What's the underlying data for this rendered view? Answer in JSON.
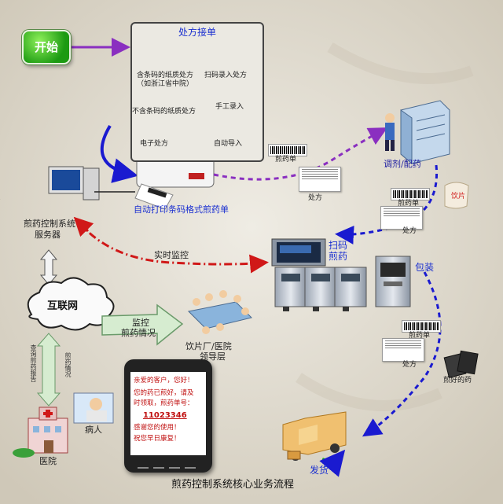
{
  "diagram": {
    "title": "煎药控制系统核心业务流程",
    "start": "开始",
    "rx_panel": {
      "title": "处方接单",
      "barcode_paper": "含条码的纸质处方",
      "barcode_paper_note": "（如浙江省中院）",
      "scan_entry": "扫码录入处方",
      "no_barcode_paper": "不含条码的纸质处方",
      "manual_entry": "手工录入",
      "electronic_rx": "电子处方",
      "auto_import": "自动导入"
    },
    "print_label": "自动打印条码格式煎药单",
    "server_label_1": "煎药控制系统",
    "server_label_2": "服务器",
    "decoction_slip": "煎药单",
    "prescription": "处方",
    "dispense": "调剂/配药",
    "herbal_pieces": "饮片",
    "scan_decoct_1": "扫码",
    "scan_decoct_2": "煎药",
    "realtime_monitor": "实时监控",
    "packaging": "包装",
    "internet": "互联网",
    "monitor_1": "监控",
    "monitor_2": "煎药情况",
    "leadership_1": "饮片厂/医院",
    "leadership_2": "领导层",
    "decocted_medicine": "煎好的药",
    "query_report": "查询煎药报告",
    "decoct_status": "煎药情况",
    "patient": "病人",
    "hospital": "医院",
    "ship": "发货",
    "phone_message": {
      "line1": "亲爱的客户，您好！",
      "line2": "您的药已煎好，请及",
      "line3": "时领取，煎药单号：",
      "line4": "11023346",
      "line5": "感谢您的使用！",
      "line6": "祝您早日康复！"
    },
    "colors": {
      "label_blue": "#1a2fd0",
      "purple_arrow": "#8a2fc0",
      "blue_arrow": "#1a1ad0",
      "red_arrow": "#d01818",
      "start_green": "#2faa1e"
    }
  }
}
